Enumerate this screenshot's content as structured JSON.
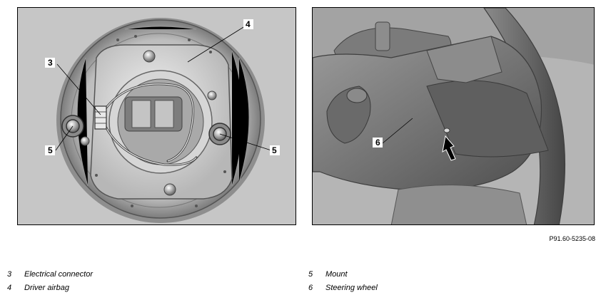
{
  "figure_id": "P91.60-5235-08",
  "callouts": {
    "left": [
      "3",
      "4",
      "5",
      "5"
    ],
    "right": [
      "6"
    ]
  },
  "legend": [
    {
      "number": "3",
      "label": "Electrical connector"
    },
    {
      "number": "4",
      "label": "Driver airbag"
    },
    {
      "number": "5",
      "label": "Mount"
    },
    {
      "number": "6",
      "label": "Steering wheel"
    }
  ],
  "colors": {
    "panel_bg": "#c9c9c9",
    "border": "#000000",
    "arrow": "#000000"
  }
}
